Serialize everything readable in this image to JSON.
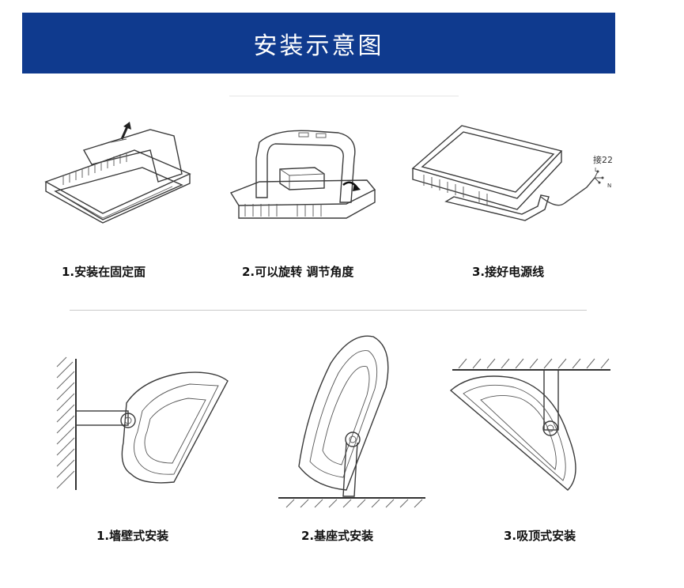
{
  "banner": {
    "title": "安装示意图"
  },
  "steps": [
    {
      "caption": "1.安装在固定面"
    },
    {
      "caption": "2.可以旋转 调节角度"
    },
    {
      "caption": "3.接好电源线"
    }
  ],
  "wiring": {
    "label": "接22",
    "letter_l": "L",
    "letter_n": "N"
  },
  "mounting": [
    {
      "caption": "1.墙壁式安装"
    },
    {
      "caption": "2.基座式安装"
    },
    {
      "caption": "3.吸顶式安装"
    }
  ],
  "colors": {
    "banner": "#0f3a8e",
    "banner_text": "#ffffff"
  }
}
